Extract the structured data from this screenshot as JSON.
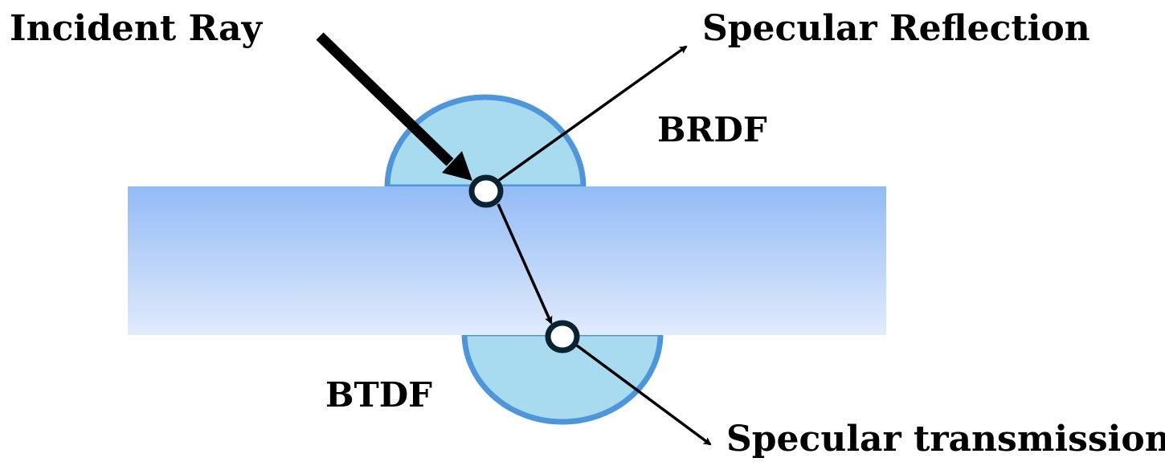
{
  "labels": {
    "incident": "Incident Ray",
    "reflection": "Specular Reflection",
    "brdf": "BRDF",
    "btdf": "BTDF",
    "transmission": "Specular transmission"
  },
  "colors": {
    "slab_top": "#93bbf6",
    "slab_bottom": "#e1ebfc",
    "lobe_fill": "#a8dbf0",
    "lobe_stroke": "#4f95da",
    "node_stroke": "#0b2230",
    "node_fill": "#ffffff",
    "ray": "#000000"
  }
}
